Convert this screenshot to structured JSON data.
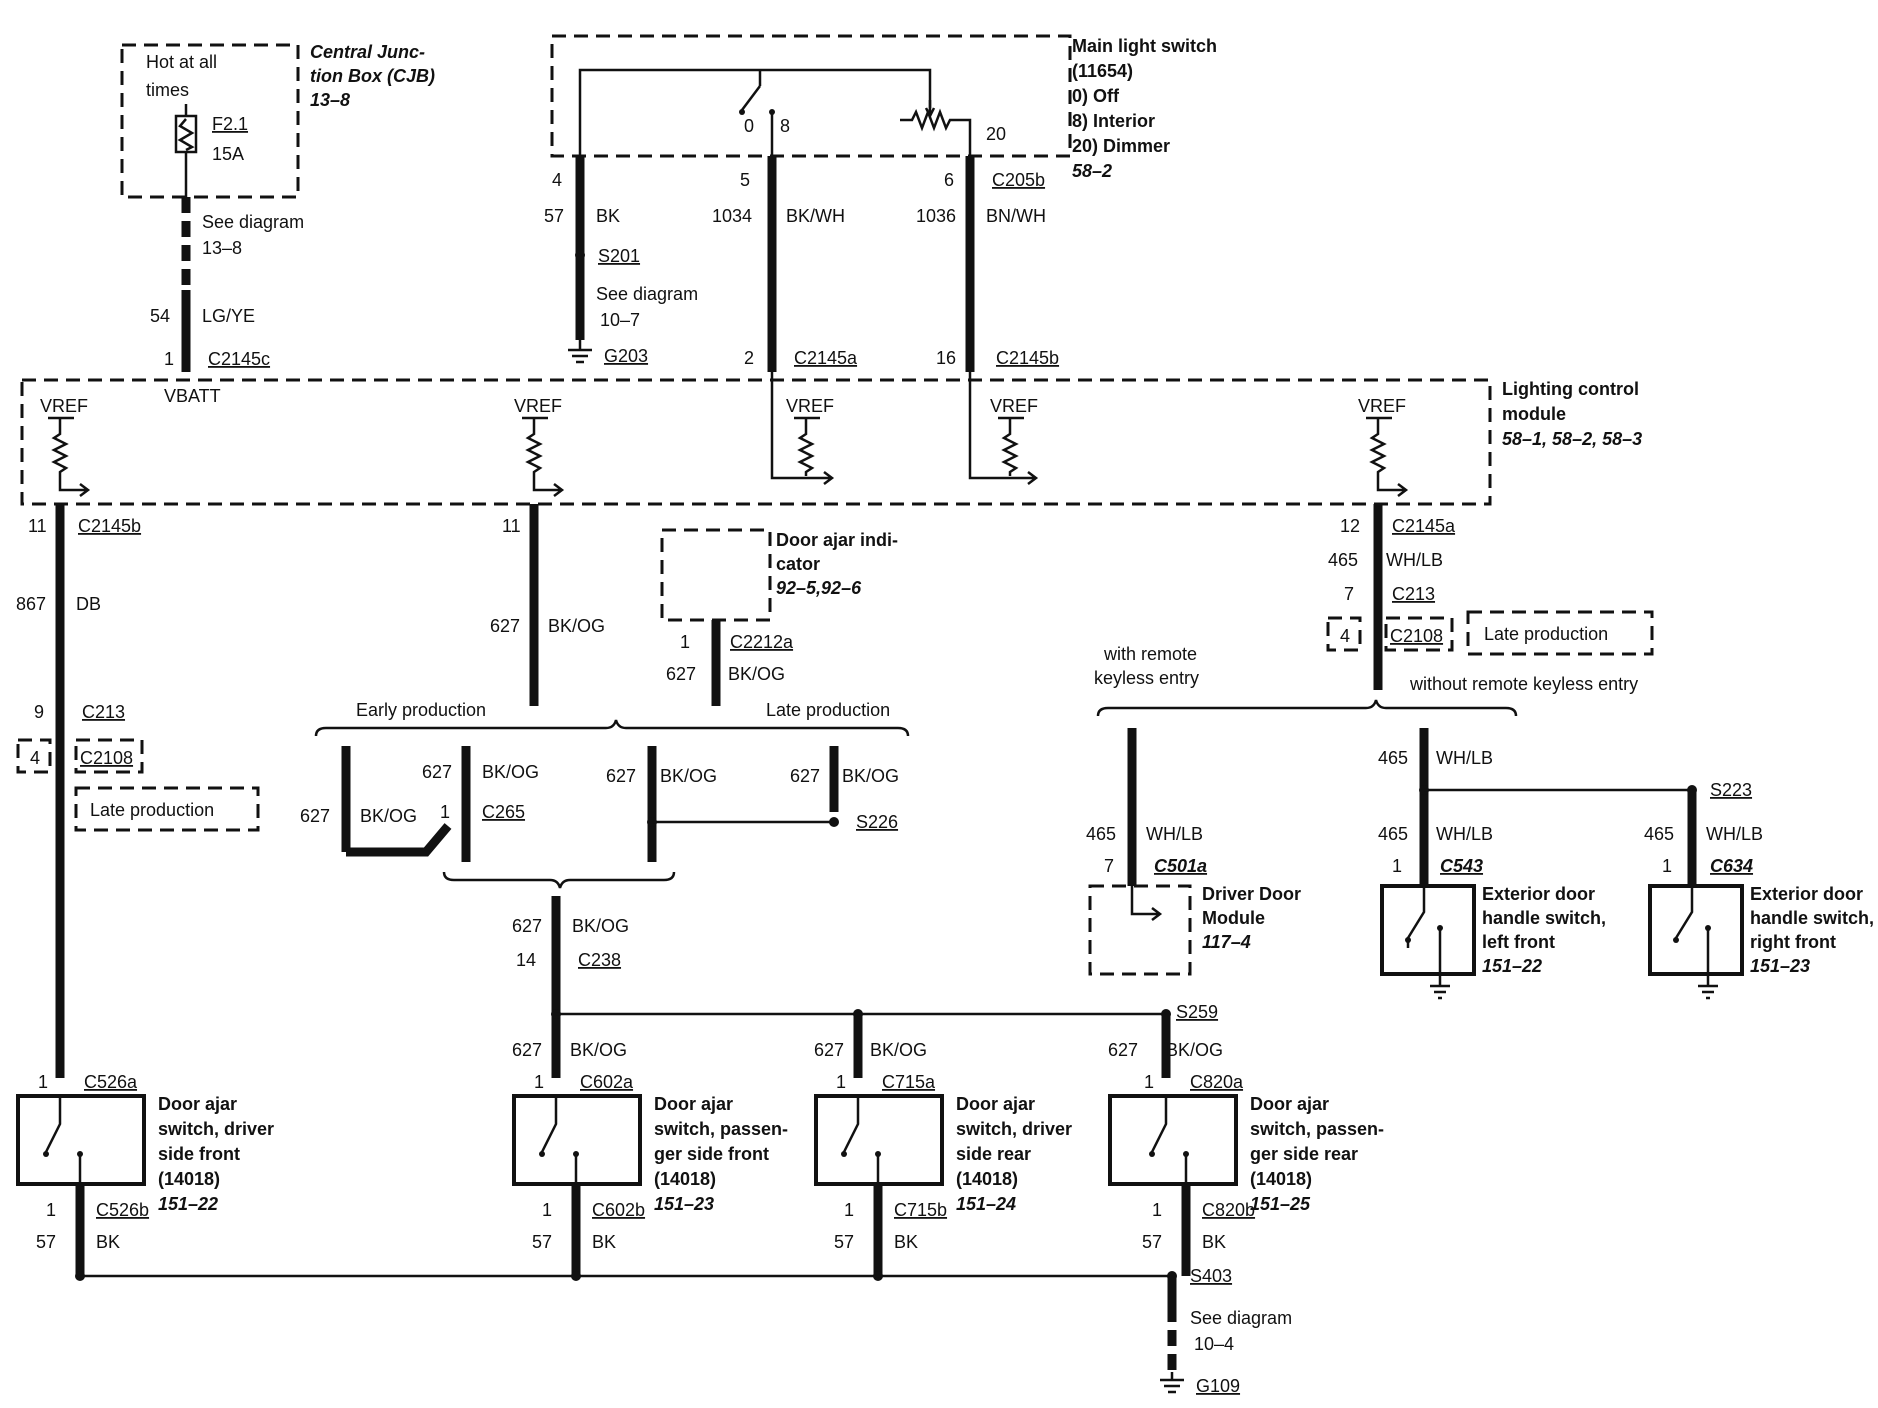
{
  "cjb": {
    "hot": "Hot at all",
    "times": "times",
    "fuse": "F2.1",
    "amps": "15A",
    "title1": "Central Junc-",
    "title2": "tion Box (CJB)",
    "ref": "13–8",
    "see1": "See diagram",
    "see2": "13–8",
    "circuit": "54",
    "color": "LG/YE",
    "pin": "1",
    "connector": "C2145c",
    "vbatt": "VBATT"
  },
  "mls": {
    "title1": "Main light switch",
    "title2": "(11654)",
    "opt0": "0)   Off",
    "opt8": "8)   Interior",
    "opt20": "20)  Dimmer",
    "ref": "58–2",
    "pos0": "0",
    "pos8": "8",
    "pos20": "20",
    "pin4": "4",
    "pin5": "5",
    "pin6": "6",
    "c205b": "C205b",
    "c57": "57",
    "bk": "BK",
    "c1034": "1034",
    "bkwh": "BK/WH",
    "c1036": "1036",
    "bnwh": "BN/WH",
    "s201": "S201",
    "see1": "See diagram",
    "see2": "10–7",
    "g203": "G203",
    "pin2": "2",
    "c2145a": "C2145a",
    "pin16": "16",
    "c2145b": "C2145b"
  },
  "lcm": {
    "title1": "Lighting control",
    "title2": "module",
    "ref": "58–1, 58–2, 58–3",
    "vref": "VREF"
  },
  "left": {
    "pin11": "11",
    "c2145b": "C2145b",
    "c867": "867",
    "db": "DB",
    "pin9": "9",
    "c213": "C213",
    "pin4": "4",
    "c2108": "C2108",
    "late": "Late production"
  },
  "mid": {
    "pin11": "11",
    "c627": "627",
    "bkog": "BK/OG",
    "dai1": "Door ajar indi-",
    "dai2": "cator",
    "dairef": "92–5,92–6",
    "pin1": "1",
    "c2212a": "C2212a",
    "early": "Early production",
    "late": "Late production",
    "c265pin": "1",
    "c265": "C265",
    "s226": "S226",
    "pin14": "14",
    "c238": "C238",
    "s259": "S259"
  },
  "right": {
    "pin12": "12",
    "c2145a": "C2145a",
    "c465": "465",
    "whlb": "WH/LB",
    "pin7": "7",
    "c213": "C213",
    "pin4": "4",
    "c2108": "C2108",
    "late": "Late production",
    "with1": "with remote",
    "with2": "keyless entry",
    "without": "without remote keyless entry",
    "s223": "S223",
    "pin7b": "7",
    "c501a": "C501a",
    "ddm1": "Driver Door",
    "ddm2": "Module",
    "ddmref": "117–4",
    "pin1": "1",
    "c543": "C543",
    "c634": "C634",
    "edl1": "Exterior door",
    "edl2": "handle switch,",
    "edl3": "left front",
    "edlref": "151–22",
    "edr1": "Exterior door",
    "edr2": "handle switch,",
    "edr3": "right front",
    "edrref": "151–23"
  },
  "switches": [
    {
      "id": "df",
      "pinTop": "1",
      "connTop": "C526a",
      "l1": "Door ajar",
      "l2": "switch, driver",
      "l3": "side front",
      "l4": "(14018)",
      "ref": "151–22",
      "pinBot": "1",
      "connBot": "C526b",
      "circuit": "57",
      "color": "BK"
    },
    {
      "id": "pf",
      "pinTop": "1",
      "connTop": "C602a",
      "l1": "Door ajar",
      "l2": "switch, passen-",
      "l3": "ger side front",
      "l4": "(14018)",
      "ref": "151–23",
      "pinBot": "1",
      "connBot": "C602b",
      "circuit": "57",
      "color": "BK"
    },
    {
      "id": "dr",
      "pinTop": "1",
      "connTop": "C715a",
      "l1": "Door ajar",
      "l2": "switch, driver",
      "l3": "side rear",
      "l4": "(14018)",
      "ref": "151–24",
      "pinBot": "1",
      "connBot": "C715b",
      "circuit": "57",
      "color": "BK"
    },
    {
      "id": "pr",
      "pinTop": "1",
      "connTop": "C820a",
      "l1": "Door ajar",
      "l2": "switch, passen-",
      "l3": "ger side rear",
      "l4": "(14018)",
      "ref": "151–25",
      "pinBot": "1",
      "connBot": "C820b",
      "circuit": "57",
      "color": "BK"
    }
  ],
  "sw_feeds": {
    "c627": "627",
    "bkog": "BK/OG"
  },
  "ground": {
    "s403": "S403",
    "see1": "See diagram",
    "see2": "10–4",
    "g109": "G109"
  }
}
